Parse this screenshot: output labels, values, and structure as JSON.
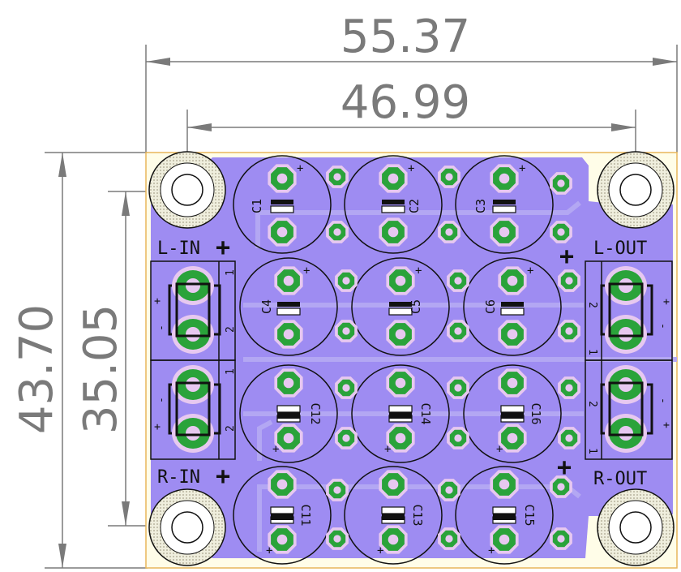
{
  "board": {
    "colors": {
      "background": "#ffffff",
      "board_fill": "#fffde8",
      "copper_pour": "#9e8cf2",
      "pad_ring": "#e7c8f0",
      "via_fill": "#2aa33a",
      "silkscreen": "#111111",
      "dimension": "#7a7a7a"
    }
  },
  "dimensions": {
    "overall_width": "55.37",
    "hole_spacing_x": "46.99",
    "overall_height": "43.70",
    "hole_spacing_y": "35.05"
  },
  "labels": {
    "l_in": "L-IN",
    "r_in": "R-IN",
    "l_out": "L-OUT",
    "r_out": "R-OUT",
    "plus": "+",
    "minus": "-",
    "pin1": "1",
    "pin2": "2"
  },
  "capacitors": [
    "C1",
    "C2",
    "C3",
    "C4",
    "C5",
    "C6",
    "C12",
    "C14",
    "C16",
    "C11",
    "C13",
    "C15"
  ]
}
